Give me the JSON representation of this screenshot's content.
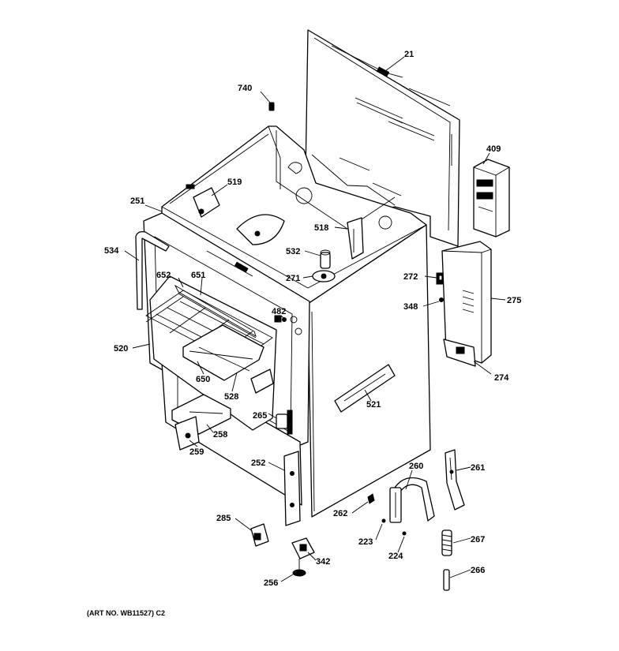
{
  "part_labels": {
    "p21": "21",
    "p740": "740",
    "p409": "409",
    "p519": "519",
    "p251": "251",
    "p518": "518",
    "p534": "534",
    "p532": "532",
    "p652": "652",
    "p651": "651",
    "p271": "271",
    "p272": "272",
    "p275": "275",
    "p348": "348",
    "p482": "482",
    "p520": "520",
    "p274": "274",
    "p650": "650",
    "p528": "528",
    "p521": "521",
    "p265": "265",
    "p258": "258",
    "p259": "259",
    "p252": "252",
    "p260": "260",
    "p261": "261",
    "p262": "262",
    "p285": "285",
    "p223": "223",
    "p267": "267",
    "p224": "224",
    "p342": "342",
    "p256": "256",
    "p266": "266"
  },
  "art_number": "(ART NO. WB11527) C2"
}
